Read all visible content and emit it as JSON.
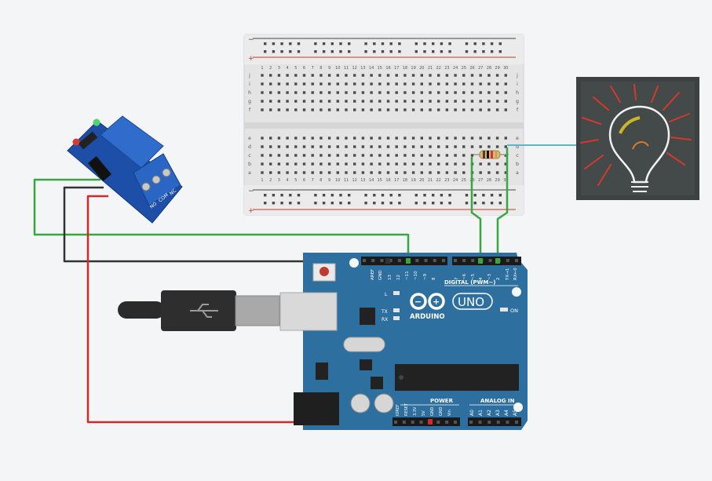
{
  "breadboard": {
    "columns": 30,
    "row_letters_top": [
      "j",
      "i",
      "h",
      "g",
      "f"
    ],
    "row_letters_bottom": [
      "e",
      "d",
      "c",
      "b",
      "a"
    ],
    "rail_minus": "−",
    "rail_plus": "+"
  },
  "arduino": {
    "logo_text": "ARDUINO",
    "model_text": "UNO",
    "digital_label": "DIGITAL (PWM~)",
    "power_label": "POWER",
    "analog_label": "ANALOG IN",
    "on_label": "ON",
    "led_labels": [
      "L",
      "TX",
      "RX"
    ],
    "top_pins": [
      "AREF",
      "GND",
      "13",
      "12",
      "~11",
      "~10",
      "~9",
      "8",
      "7",
      "~6",
      "~5",
      "4",
      "~3",
      "2",
      "TX→1",
      "RX←0"
    ],
    "power_pins": [
      "IOREF",
      "RESET",
      "3.3V",
      "5V",
      "GND",
      "GND",
      "Vin"
    ],
    "analog_pins": [
      "A0",
      "A1",
      "A2",
      "A3",
      "A4",
      "A5"
    ]
  },
  "relay": {
    "terminal_labels": [
      "NO",
      "COM",
      "NC"
    ]
  },
  "wire_colors": {
    "green": "#3aa640",
    "black": "#333333",
    "red": "#d22a2a",
    "cyan": "#5ab8c9"
  }
}
